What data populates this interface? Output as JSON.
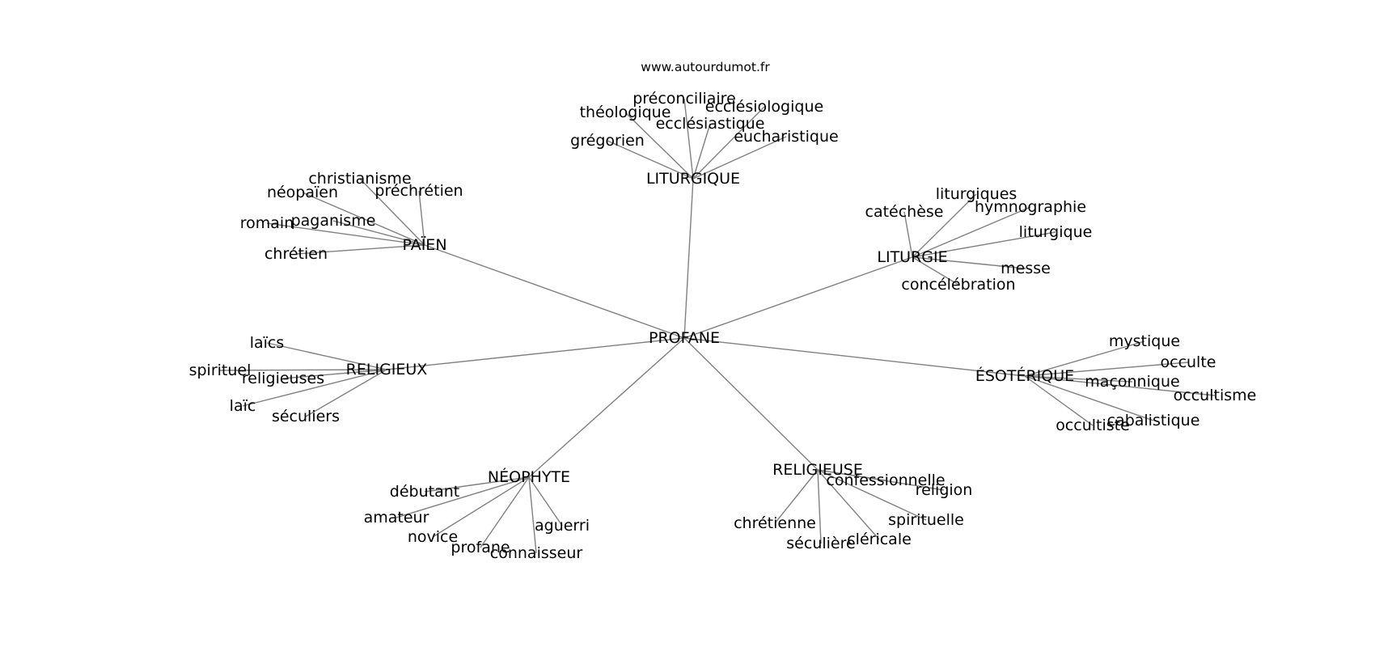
{
  "site": "www.autourdumot.fr",
  "graph": {
    "center": "PROFANE",
    "groups": [
      {
        "id": "liturgique",
        "label": "LITURGIQUE",
        "leaves": [
          "préconciliaire",
          "théologique",
          "ecclésiologique",
          "ecclésiastique",
          "grégorien",
          "eucharistique"
        ]
      },
      {
        "id": "paien",
        "label": "PAÏEN",
        "leaves": [
          "christianisme",
          "néopaïen",
          "préchrétien",
          "paganisme",
          "romain",
          "chrétien"
        ]
      },
      {
        "id": "liturgie",
        "label": "LITURGIE",
        "leaves": [
          "liturgiques",
          "catéchèse",
          "hymnographie",
          "liturgique",
          "messe",
          "concélébration"
        ]
      },
      {
        "id": "religieux",
        "label": "RELIGIEUX",
        "leaves": [
          "laïcs",
          "spirituel",
          "religieuses",
          "laïc",
          "séculiers"
        ]
      },
      {
        "id": "esoterique",
        "label": "ÉSOTÉRIQUE",
        "leaves": [
          "mystique",
          "occulte",
          "maçonnique",
          "occultisme",
          "cabalistique",
          "occultiste"
        ]
      },
      {
        "id": "neophyte",
        "label": "NÉOPHYTE",
        "leaves": [
          "débutant",
          "amateur",
          "novice",
          "profane",
          "connaisseur",
          "aguerri"
        ]
      },
      {
        "id": "religieuse",
        "label": "RELIGIEUSE",
        "leaves": [
          "confessionnelle",
          "religion",
          "spirituelle",
          "chrétienne",
          "séculière",
          "cléricale"
        ]
      }
    ]
  }
}
